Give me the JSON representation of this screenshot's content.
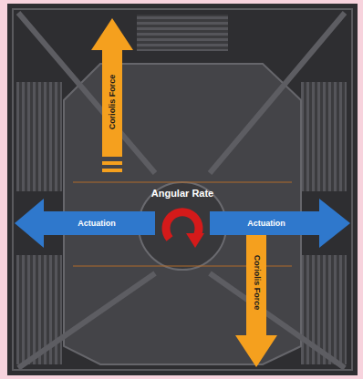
{
  "diagram": {
    "labels": [
      "Coriolis Force",
      "Angular Rate",
      "Actuation",
      "Actuation",
      "Coriolis Force"
    ]
  }
}
